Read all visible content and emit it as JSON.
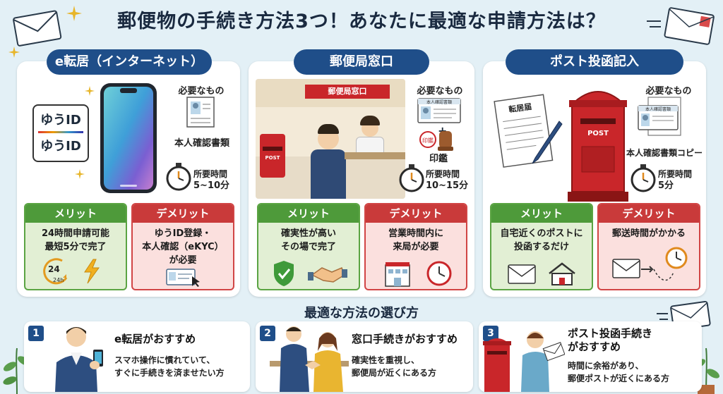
{
  "page": {
    "title": "郵便物の手続き方法3つ！あなたに最適な申請方法は？",
    "subtitle": "最適な方法の選び方"
  },
  "methods": [
    {
      "name": "e転居（インターネット）",
      "needs_label": "必要なもの",
      "needs": "本人確認書類",
      "id_top": "ゆうID",
      "id_bottom": "ゆうID",
      "time_label": "所要時間",
      "time": "5~10分",
      "merit_label": "メリット",
      "merit": "24時間申請可能\n最短5分で完了",
      "demerit_label": "デメリット",
      "demerit": "ゆうID登録・\n本人確認（eKYC）\nが必要",
      "clock_24": "24",
      "clock_24h": "24h"
    },
    {
      "name": "郵便局窓口",
      "needs_label": "必要なもの",
      "needs": "印鑑",
      "stamp_text": "印鑑",
      "card_label": "本人確認書類",
      "sign": "郵便局窓口",
      "post": "POST",
      "time_label": "所要時間",
      "time": "10~15分",
      "merit_label": "メリット",
      "merit": "確実性が高い\nその場で完了",
      "demerit_label": "デメリット",
      "demerit": "営業時間内に\n来局が必要"
    },
    {
      "name": "ポスト投函記入",
      "needs_label": "必要なもの",
      "needs": "本人確認書類コピー",
      "doc": "転居届",
      "post": "POST",
      "card_label": "本人確認書類",
      "time_label": "所要時間",
      "time": "5分",
      "merit_label": "メリット",
      "merit": "自宅近くのポストに\n投函するだけ",
      "demerit_label": "デメリット",
      "demerit": "郵送時間がかかる"
    }
  ],
  "recommend": [
    {
      "num": "1",
      "head": "e転居がおすすめ",
      "desc": "スマホ操作に慣れていて、\nすぐに手続きを済ませたい方"
    },
    {
      "num": "2",
      "head": "窓口手続きがおすすめ",
      "desc": "確実性を重視し、\n郵便局が近くにある方"
    },
    {
      "num": "3",
      "head": "ポスト投函手続き\nがおすすめ",
      "desc": "時間に余裕があり、\n郵便ポストが近くにある方"
    }
  ],
  "colors": {
    "navy": "#1f4e89",
    "merit": "#4e9a3a",
    "demerit": "#c93a3a",
    "post_red": "#c9262a"
  }
}
